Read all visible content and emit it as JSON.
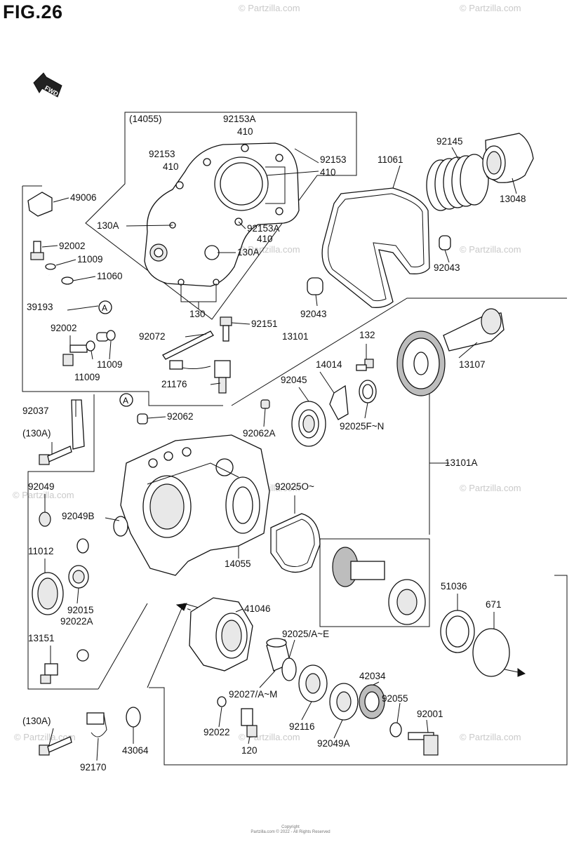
{
  "figure": {
    "title": "FIG.26"
  },
  "fwd_label": "FWD",
  "callout_letter": "A",
  "watermark": "© Partzilla.com",
  "copyright": {
    "line1": "Copyright",
    "line2": "Partzilla.com © 2022 - All Rights Reserved"
  },
  "labels": {
    "p14055_paren": "(14055)",
    "p92153A_top": "92153A",
    "p410_top": "410",
    "p92153_left": "92153",
    "p410_left": "410",
    "p92153_right": "92153",
    "p410_right": "410",
    "p130A_left": "130A",
    "p92153A_bottom": "92153A",
    "p410_bottom": "410",
    "p130A_right": "130A",
    "p130": "130",
    "p11061": "11061",
    "p92145": "92145",
    "p13048": "13048",
    "p92043_right": "92043",
    "p92043_left": "92043",
    "p49006": "49006",
    "p92002_top": "92002",
    "p11009_a": "11009",
    "p11060": "11060",
    "p39193": "39193",
    "p92002": "92002",
    "p11009_b": "11009",
    "p11009_c": "11009",
    "p92072": "92072",
    "p92151": "92151",
    "p13101": "13101",
    "p132": "132",
    "p13107": "13107",
    "p14014": "14014",
    "p92045": "92045",
    "p21176": "21176",
    "p92025FN": "92025F~N",
    "p92037": "92037",
    "p130A_paren_top": "(130A)",
    "p92062": "92062",
    "p92062A": "92062A",
    "p13101A": "13101A",
    "p92049": "92049",
    "p92049B": "92049B",
    "p92025O": "92025O~",
    "p11012": "11012",
    "p14055": "14055",
    "p51036": "51036",
    "p671": "671",
    "p92015": "92015",
    "p92022A": "92022A",
    "p41046": "41046",
    "p13151": "13151",
    "p92025AE": "92025/A~E",
    "p92027AM": "92027/A~M",
    "p42034": "42034",
    "p92055": "92055",
    "p130A_paren_bottom": "(130A)",
    "p92001": "92001",
    "p92116": "92116",
    "p92022": "92022",
    "p92049A": "92049A",
    "p120": "120",
    "p43064": "43064",
    "p92170": "92170"
  }
}
